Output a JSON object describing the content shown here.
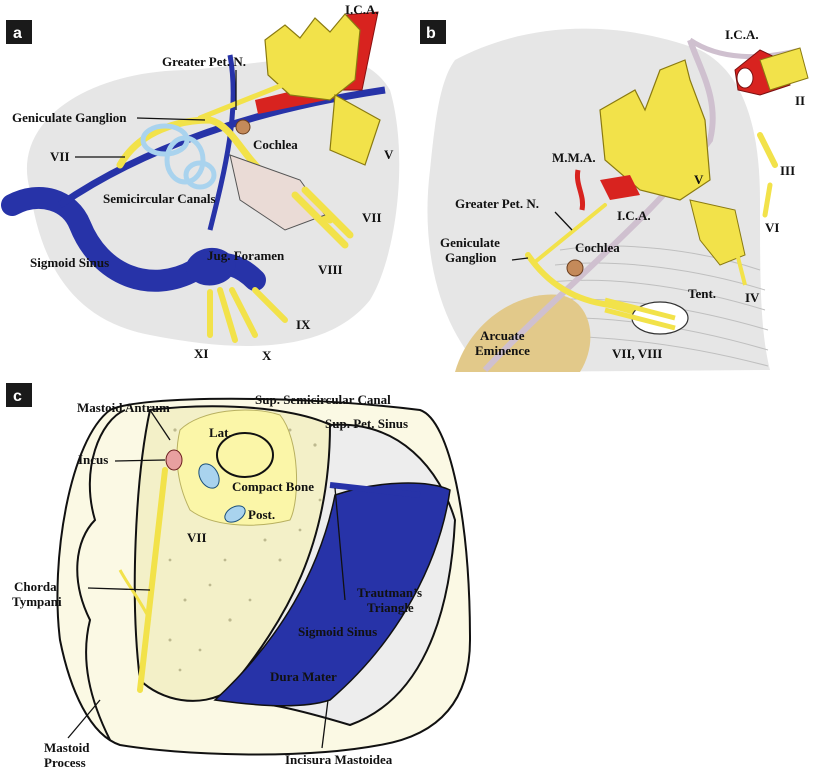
{
  "colors": {
    "nerve": "#f2e24a",
    "nerve_stroke": "#8a7a10",
    "sinus": "#2733a8",
    "artery": "#d8231f",
    "canal": "#a9d3ee",
    "bone": "#f3f0c8",
    "bone_light": "#fbf9e4",
    "dura_bg": "#e6e6e6",
    "dura_membrane": "#cfc0cf",
    "tent_lines": "#bfbfbf",
    "eminence": "#e2c98a",
    "badge": "#1a1a1a"
  },
  "panels": {
    "a": {
      "badge": "a",
      "labels": {
        "ica": "I.C.A.",
        "greater_pet_n": "Greater Pet. N.",
        "geniculate_ganglion": "Geniculate Ganglion",
        "vii_left": "VII",
        "cochlea": "Cochlea",
        "v": "V",
        "semicircular_canals": "Semicircular Canals",
        "vii_right": "VII",
        "sigmoid_sinus": "Sigmoid Sinus",
        "jug_foramen": "Jug. Foramen",
        "viii": "VIII",
        "ix": "IX",
        "xi": "XI",
        "x": "X"
      }
    },
    "b": {
      "badge": "b",
      "labels": {
        "ica_top": "I.C.A.",
        "ii": "II",
        "iii": "III",
        "mma": "M.M.A.",
        "v": "V",
        "ica_mid": "I.C.A.",
        "vi": "VI",
        "greater_pet_n": "Greater Pet. N.",
        "geniculate_ganglion_1": "Geniculate",
        "geniculate_ganglion_2": "Ganglion",
        "cochlea": "Cochlea",
        "tent": "Tent.",
        "iv": "IV",
        "arcuate_1": "Arcuate",
        "arcuate_2": "Eminence",
        "vii_viii": "VII, VIII"
      }
    },
    "c": {
      "badge": "c",
      "labels": {
        "mastoid_antrum": "Mastoid Antrum",
        "sup_semicircular_canal": "Sup. Semicircular Canal",
        "sup_pet_sinus": "Sup. Pet. Sinus",
        "lat": "Lat.",
        "incus": "Incus",
        "compact_bone": "Compact Bone",
        "post": "Post.",
        "vii": "VII",
        "chorda_1": "Chorda",
        "chorda_2": "Tympani",
        "trautman_1": "Trautman’s",
        "trautman_2": "Triangle",
        "sigmoid_sinus": "Sigmoid Sinus",
        "dura_mater": "Dura Mater",
        "mastoid_1": "Mastoid",
        "mastoid_2": "Process",
        "incisura": "Incisura Mastoidea"
      }
    }
  }
}
